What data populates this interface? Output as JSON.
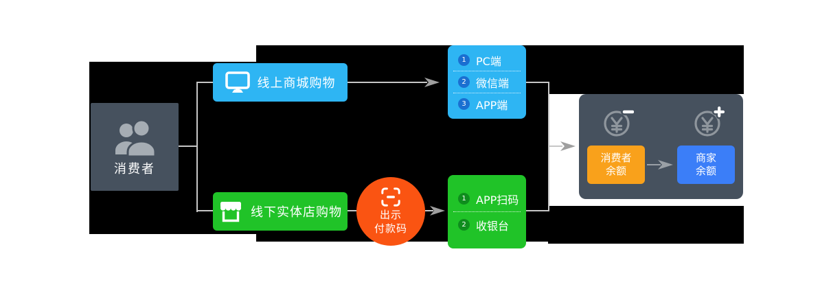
{
  "colors": {
    "node_slate": "#46515e",
    "online_blue": "#2eb5f3",
    "offline_green": "#20c328",
    "paycode_orange_red": "#fa5412",
    "consumer_balance_orange": "#f9a11b",
    "merchant_balance_blue": "#3b7ef8",
    "badge_blue": "#1a6fd1",
    "badge_green": "#0e8d1d",
    "connector_gray": "#c7c7c7",
    "background_tile": "#000000"
  },
  "icons": {
    "consumer": "people-icon",
    "online_action": "monitor-icon",
    "offline_action": "storefront-icon",
    "paycode": "scan-frame-icon",
    "settlement_out": "yuan-coin-minus-icon",
    "settlement_in": "yuan-coin-plus-icon",
    "arrows": "arrowhead-icon"
  },
  "consumer": {
    "label": "消费者"
  },
  "online": {
    "action_label": "线上商城购物",
    "channels": [
      {
        "num": "1",
        "label": "PC端"
      },
      {
        "num": "2",
        "label": "微信端"
      },
      {
        "num": "3",
        "label": "APP端"
      }
    ]
  },
  "offline": {
    "action_label": "线下实体店购物",
    "paycode": {
      "line1": "出示",
      "line2": "付款码"
    },
    "channels": [
      {
        "num": "1",
        "label": "APP扫码"
      },
      {
        "num": "2",
        "label": "收银台"
      }
    ]
  },
  "settlement": {
    "consumer_balance": {
      "line1": "消费者",
      "line2": "余额"
    },
    "merchant_balance": {
      "line1": "商家",
      "line2": "余额"
    }
  }
}
